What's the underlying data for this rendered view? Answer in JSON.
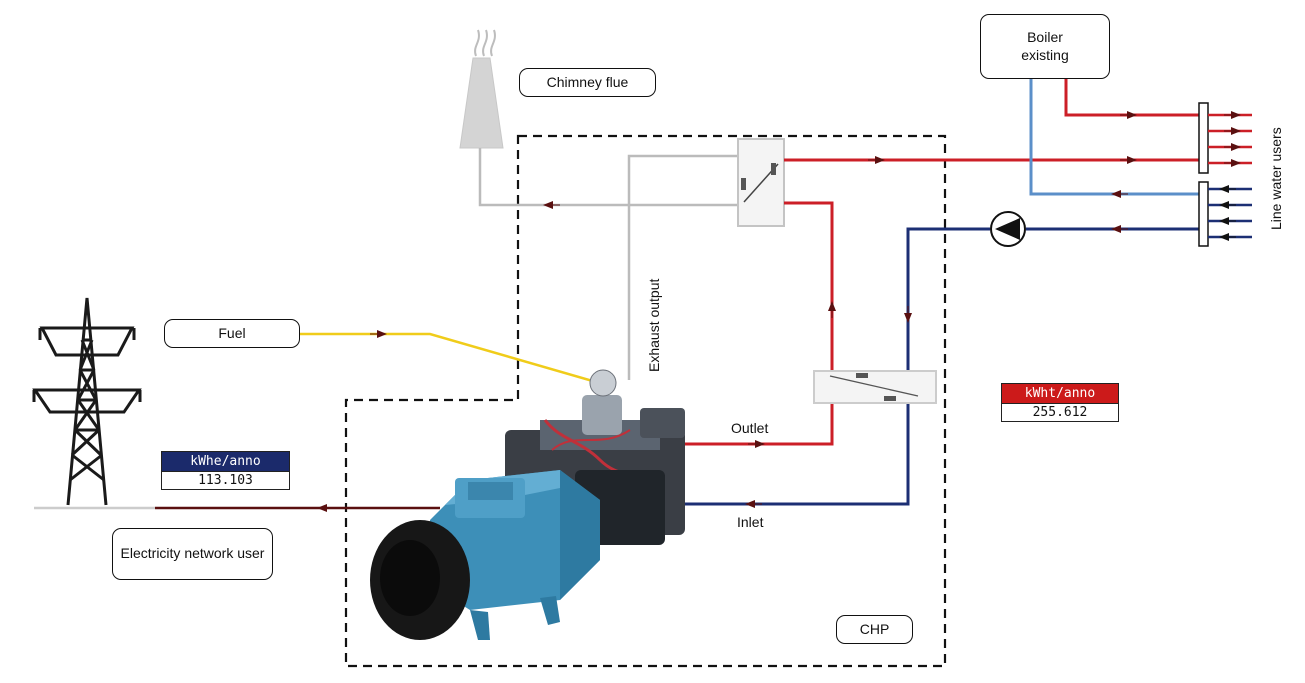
{
  "labels": {
    "chimney_flue": "Chimney flue",
    "boiler": "Boiler\nexisting",
    "fuel": "Fuel",
    "exhaust_output": "Exhaust output",
    "outlet": "Outlet",
    "inlet": "Inlet",
    "electricity_user": "Electricity network user",
    "chp": "CHP",
    "line_water_users": "Line water users"
  },
  "meters": {
    "electric": {
      "unit": "kWhe/anno",
      "value": "113.103",
      "color": "#1b2a6b"
    },
    "thermal": {
      "unit": "kWht/anno",
      "value": "255.612",
      "color": "#cc1a1a"
    }
  },
  "colors": {
    "hot_water": "#cc1f27",
    "cold_water_return": "#1c2f74",
    "boiler_return": "#5b8fc9",
    "fuel_line": "#f0cc1a",
    "exhaust": "#bbbbbb",
    "electric_line": "#5a1010",
    "arrow": "#5a1010"
  }
}
